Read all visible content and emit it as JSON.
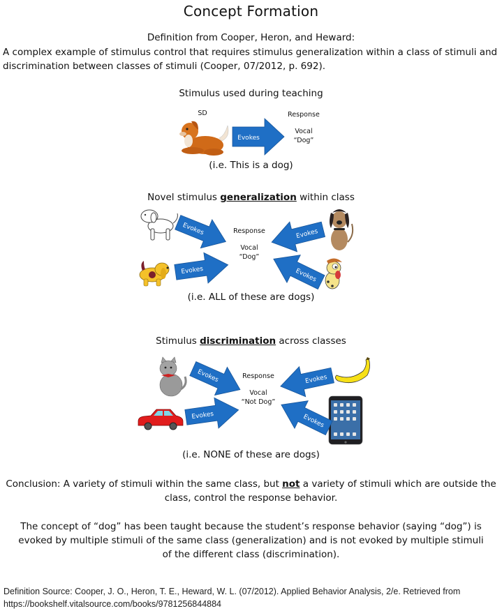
{
  "title": "Concept Formation",
  "definition": {
    "heading": "Definition from Cooper, Heron, and Heward:",
    "text": "A complex example of stimulus control that requires stimulus generalization within a class of stimuli and discrimination between classes of stimuli (Cooper, 07/2012, p. 692)."
  },
  "teaching": {
    "title": "Stimulus used during teaching",
    "sd_label": "SD",
    "arrow_label": "Evokes",
    "response_label": "Response",
    "response_line1": "Vocal",
    "response_line2": "“Dog”",
    "caption": "(i.e. This is a dog)",
    "stimulus_icon": "sitting-dog-icon"
  },
  "generalization": {
    "title_before": "Novel stimulus ",
    "title_emphasis": "generalization",
    "title_after": " within class",
    "arrow_label": "Evokes",
    "response_label": "Response",
    "response_line1": "Vocal",
    "response_line2": "“Dog”",
    "caption": "(i.e. ALL of these are dogs)",
    "stimuli": [
      "outline-dog-icon",
      "spot-dog-icon",
      "brown-dog-icon",
      "odie-dog-icon"
    ]
  },
  "discrimination": {
    "title_before": "Stimulus ",
    "title_emphasis": "discrimination",
    "title_after": " across classes",
    "arrow_label": "Evokes",
    "response_label": "Response",
    "response_line1": "Vocal",
    "response_line2": "“Not Dog”",
    "caption": "(i.e. NONE of these are dogs)",
    "stimuli": [
      "cat-icon",
      "car-icon",
      "banana-icon",
      "tablet-icon"
    ]
  },
  "conclusion": {
    "before": "Conclusion: A variety of stimuli within the same class, but ",
    "emphasis": "not",
    "after": " a variety of stimuli which are outside the class, control the response behavior."
  },
  "explanation": "The concept of “dog” has been taught because the student’s response behavior (saying “dog”) is evoked by multiple stimuli of the same class (generalization) and is not evoked by multiple stimuli of the different class (discrimination).",
  "source": {
    "line1": "Definition Source: Cooper, J. O., Heron, T. E., Heward, W. L.  (07/2012). Applied Behavior Analysis, 2/e.  Retrieved from",
    "line2": "https://bookshelf.vitalsource.com/books/9781256844884"
  },
  "colors": {
    "arrow": "#1f6fc5",
    "arrow_stroke": "#17559a",
    "text": "#111111"
  }
}
